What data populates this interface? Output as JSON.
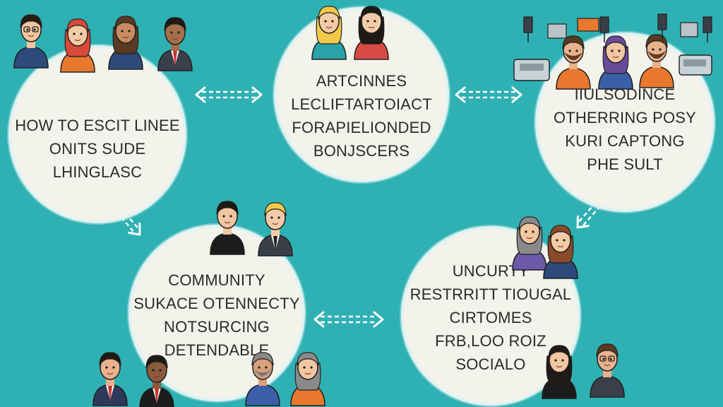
{
  "colors": {
    "background": "#2fb1b3",
    "circle_fill": "#f3f3ec",
    "circle_ring": "#dff3f2",
    "connector": "#ffffff",
    "text": "#2a2a2a"
  },
  "nodes": [
    {
      "lines": [
        "HOW TO ESCIT LINEE",
        "ONITS SUDE",
        "LHINGLASC"
      ]
    },
    {
      "lines": [
        "ARTCINNES",
        "LECLIFTARTOIACT",
        "FORAPIELIONDED",
        "BONJSCERS"
      ]
    },
    {
      "lines": [
        "IIULSODINCE",
        "OTHERRING POSY",
        "KURI CAPTONG",
        "PHE SULT"
      ]
    },
    {
      "lines": [
        "COMMUNITY",
        "SUKACE OTENNECTY",
        "NOTSURCING",
        "DETENDABLE"
      ]
    },
    {
      "lines": [
        "UNCURTY",
        "RESTRRITT TIOUGAL",
        "CIRTOMES",
        "FRB,LOO ROIZ",
        "SOCIALO"
      ]
    }
  ],
  "connectors": [
    {
      "from": "node-1",
      "to": "node-2",
      "style": "dashed-double-arrow"
    },
    {
      "from": "node-2",
      "to": "node-3",
      "style": "dashed-double-arrow"
    },
    {
      "from": "node-1",
      "to": "node-4",
      "style": "dashed-double-arrow"
    },
    {
      "from": "node-4",
      "to": "node-5",
      "style": "dashed-double-arrow"
    },
    {
      "from": "node-5",
      "to": "node-3",
      "style": "dashed-double-arrow"
    }
  ],
  "people_icons": [
    "person-glasses-icon",
    "person-red-hair-icon",
    "person-long-hair-icon",
    "person-suit-icon",
    "person-blonde-icon",
    "person-dark-hair-icon",
    "person-beard-icon",
    "person-purple-hair-icon",
    "person-orange-shirt-icon",
    "person-black-shirt-icon",
    "person-blonde-suit-icon",
    "person-grey-hair-icon",
    "person-brown-hair-icon",
    "person-red-tie-icon",
    "person-dark-suit-icon",
    "person-bald-beard-icon",
    "person-orange-icon",
    "person-long-black-hair-icon",
    "person-lanyard-icon"
  ],
  "equipment_icons": [
    "lamp-icon",
    "projector-icon",
    "machine-icon"
  ]
}
